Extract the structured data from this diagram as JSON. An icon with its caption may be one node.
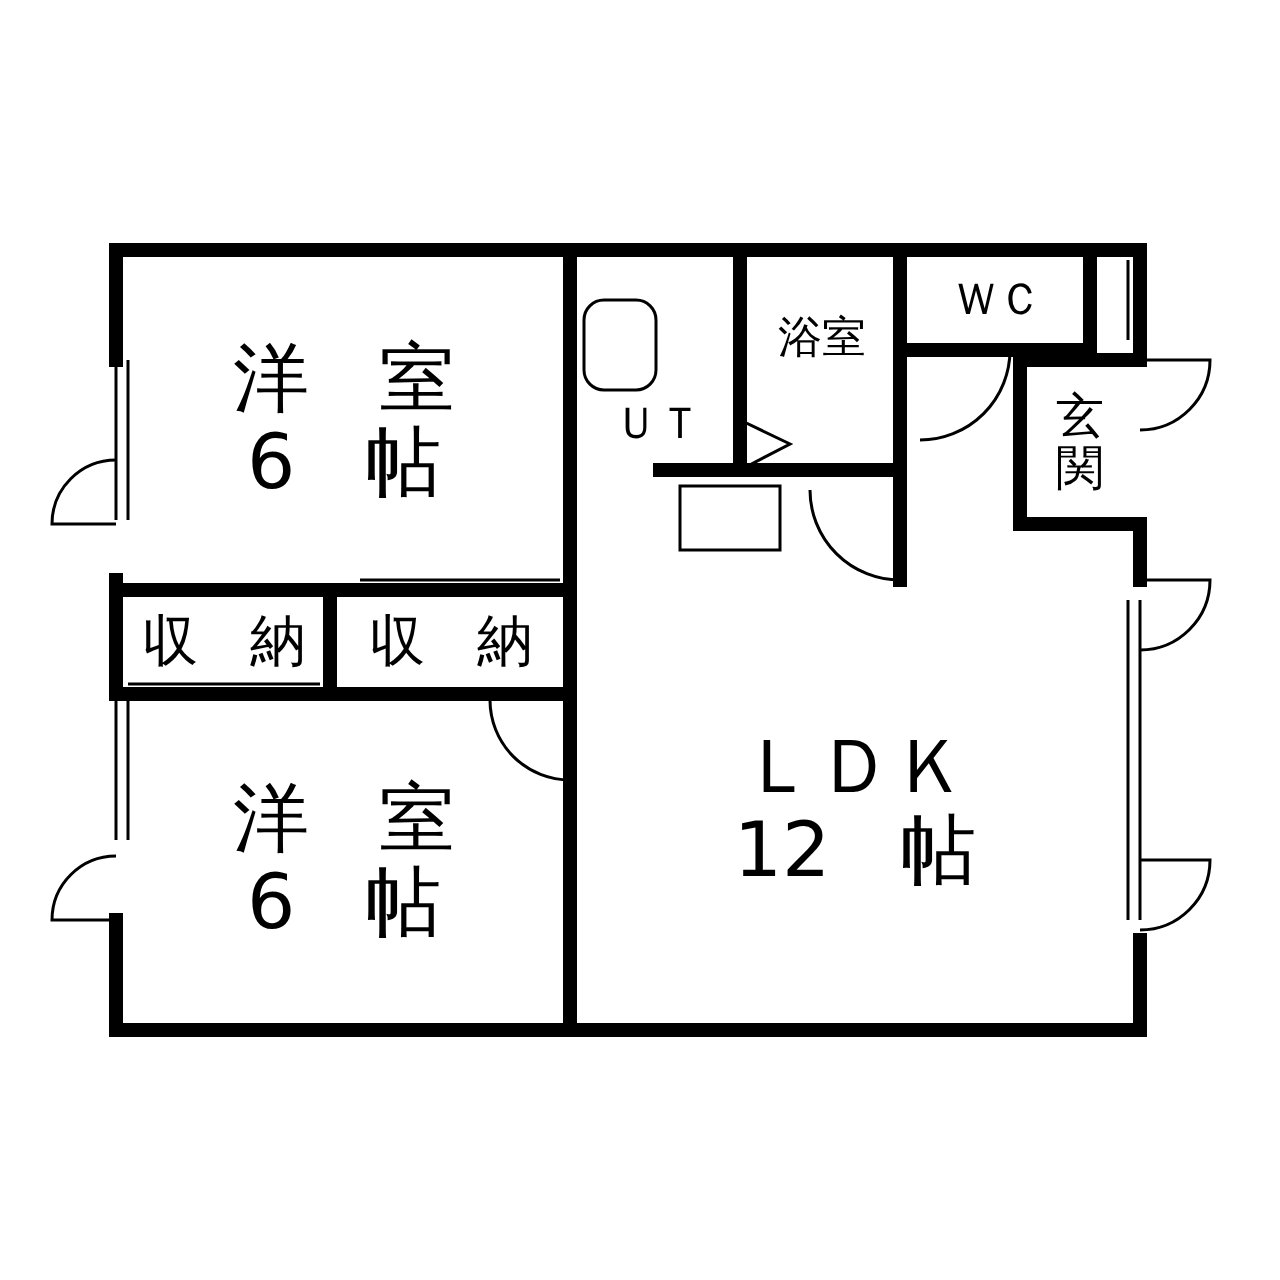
{
  "diagram": {
    "nodes": [
      {
        "text": [
          "洋 室 6 帖"
        ]
      },
      {
        "text": [
          "ＵＴ"
        ]
      },
      {
        "text": [
          "浴室"
        ]
      },
      {
        "text": [
          "ＷＣ"
        ]
      },
      {
        "text": [
          "玄関"
        ]
      },
      {
        "text": [
          "収 納"
        ]
      },
      {
        "text": [
          "収 納"
        ]
      },
      {
        "text": [
          "ＬＤＫ 12 帖"
        ]
      },
      {
        "text": [
          "洋 室 6 帖"
        ]
      }
    ]
  }
}
